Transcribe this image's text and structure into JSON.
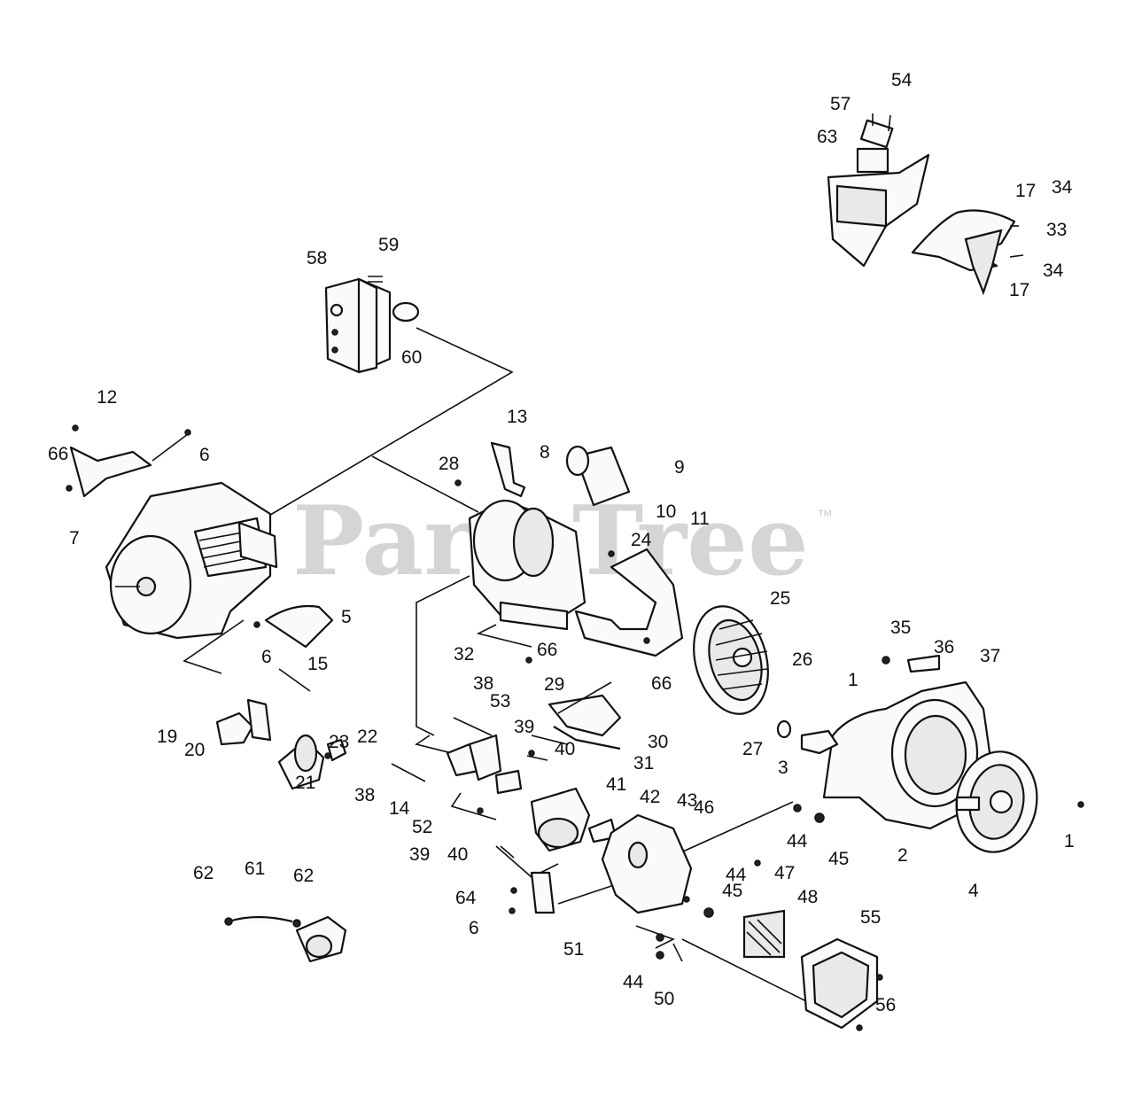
{
  "watermark": {
    "text": "PartsTree",
    "trademark": "™"
  },
  "callouts": [
    "54",
    "57",
    "63",
    "17",
    "34",
    "33",
    "34",
    "17",
    "58",
    "59",
    "60",
    "12",
    "66",
    "6",
    "7",
    "13",
    "8",
    "9",
    "28",
    "10",
    "11",
    "24",
    "25",
    "5",
    "6",
    "15",
    "32",
    "66",
    "66",
    "26",
    "35",
    "36",
    "37",
    "1",
    "38",
    "29",
    "19",
    "20",
    "23",
    "22",
    "53",
    "39",
    "30",
    "40",
    "27",
    "3",
    "31",
    "21",
    "38",
    "14",
    "41",
    "42",
    "43",
    "46",
    "52",
    "39",
    "40",
    "44",
    "45",
    "2",
    "1",
    "4",
    "62",
    "61",
    "62",
    "64",
    "44",
    "45",
    "47",
    "48",
    "6",
    "51",
    "55",
    "44",
    "50",
    "56"
  ]
}
